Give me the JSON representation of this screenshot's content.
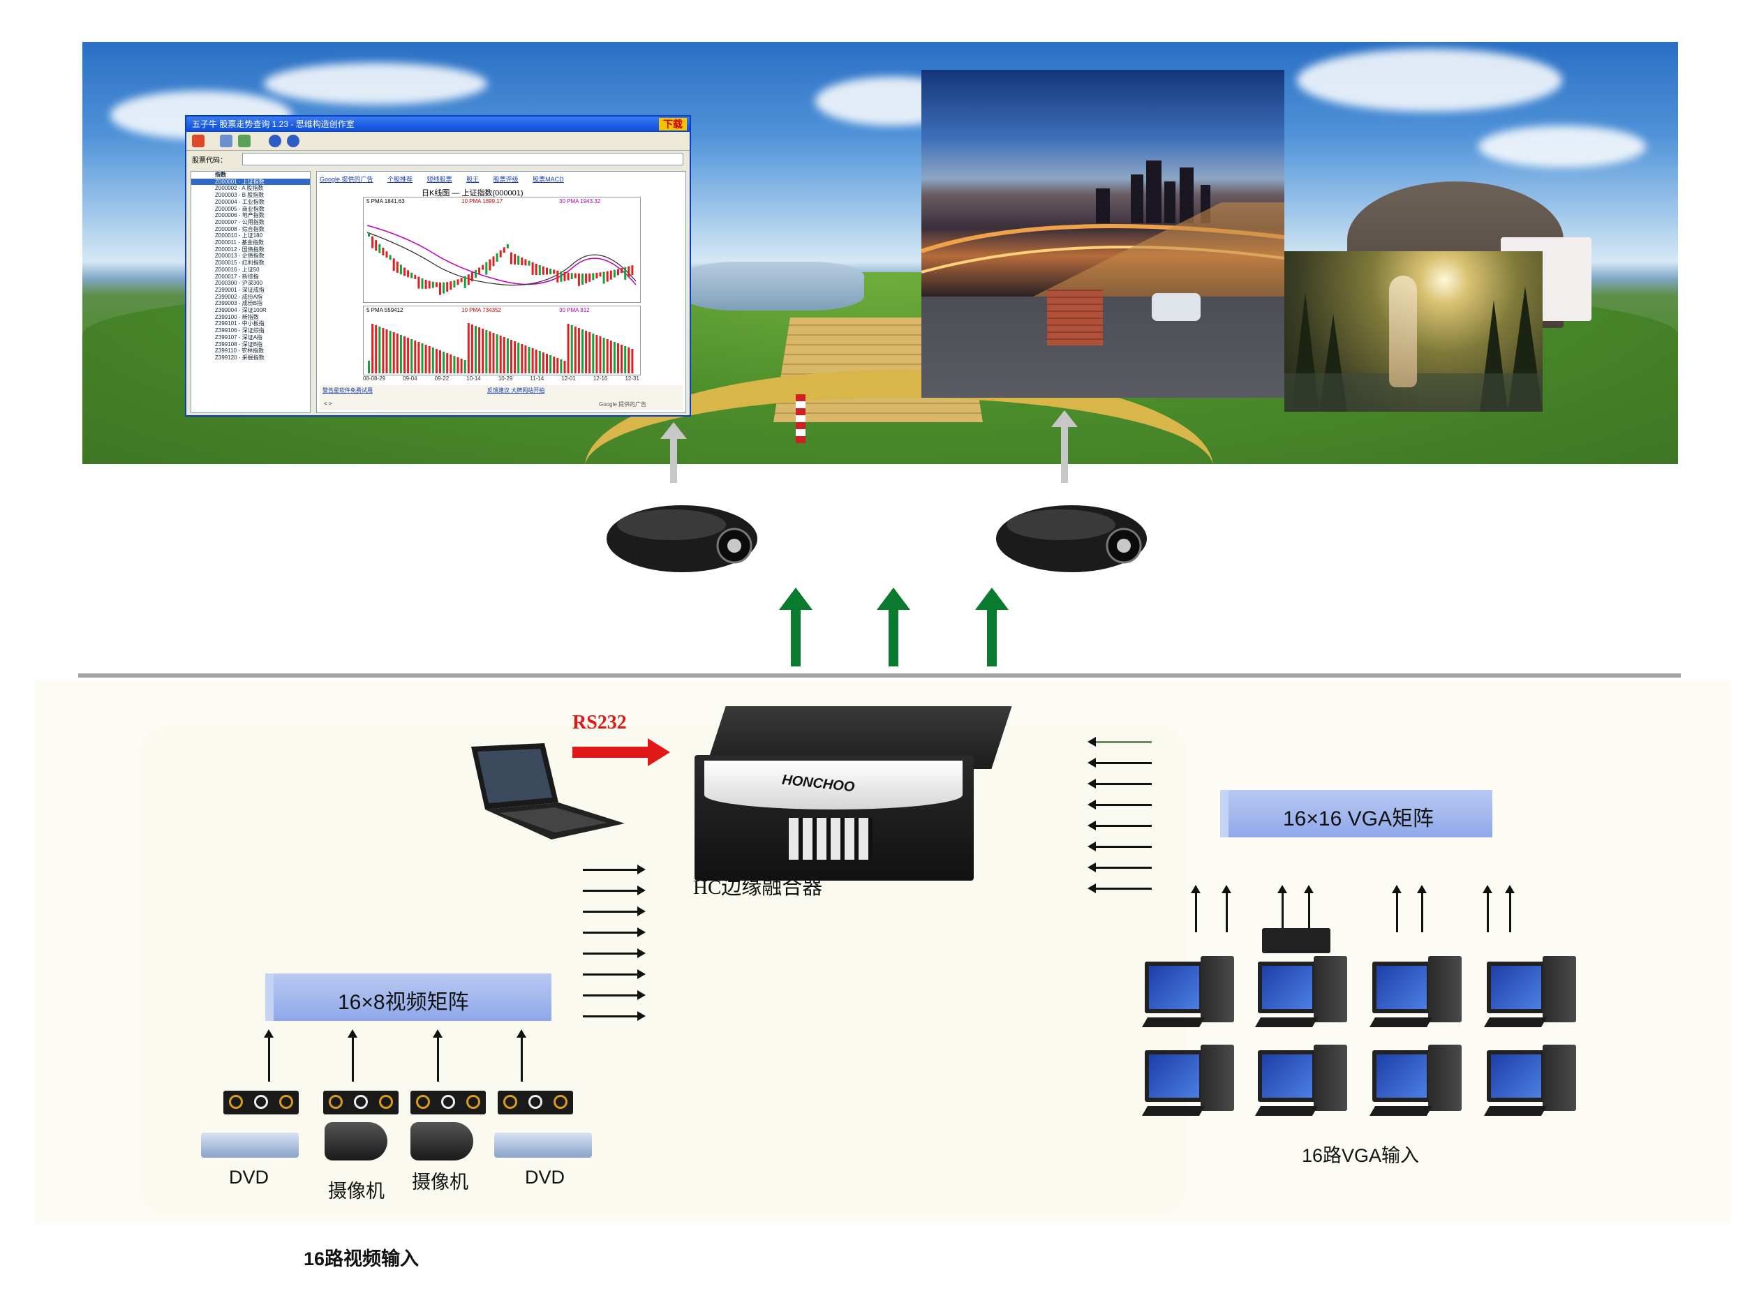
{
  "screen": {
    "window": {
      "title": "五子牛 股票走势查询 1.23 - 思维构造创作室",
      "download_badge": "下载",
      "code_label": "股票代码：",
      "list_header": "指数",
      "list_items": [
        "Z000001 - 上证指数",
        "Z000002 - A 股指数",
        "Z000003 - B 股指数",
        "Z000004 - 工业指数",
        "Z000005 - 商业指数",
        "Z000006 - 地产指数",
        "Z000007 - 公用指数",
        "Z000008 - 综合指数",
        "Z000010 - 上证180",
        "Z000011 - 基金指数",
        "Z000012 - 国债指数",
        "Z000013 - 企债指数",
        "Z000015 - 红利指数",
        "Z000016 - 上证50",
        "Z000017 - 新综指",
        "Z000300 - 沪深300",
        "Z399001 - 深证成指",
        "Z399002 - 成份A指",
        "Z399003 - 成份B指",
        "Z399004 - 深证100R",
        "Z399100 - 新指数",
        "Z399101 - 中小板指",
        "Z399106 - 深证综指",
        "Z399107 - 深证A指",
        "Z399108 - 深证B指",
        "Z399110 - 农林指数",
        "Z399120 - 采掘指数"
      ],
      "tabs": [
        "Google 提供的广告",
        "个股推荐",
        "短线股票",
        "股王",
        "股票评级",
        "股票MACD"
      ],
      "chart_title": "日K线图 — 上证指数(000001)",
      "ma_labels": [
        "5 PMA 1841.63",
        "10 PMA 1899.17",
        "30 PMA 1943.32"
      ],
      "vol_labels": [
        "5 PMA 559412",
        "10 PMA 734352",
        "30 PMA 812"
      ],
      "dates": [
        "08-08-29",
        "09-04",
        "09-22",
        "10-14",
        "10-29",
        "11-14",
        "12-01",
        "12-16",
        "12-31"
      ],
      "ad_left": "警告星软件免费试用",
      "ad_right": "反馈建议 大牌网站开拍",
      "ad_google": "Google 提供的广告",
      "nav": "< >"
    }
  },
  "center": {
    "rs232": "RS232",
    "device_brand": "HONCHOO",
    "device_label": "HC边缘融合器"
  },
  "left": {
    "matrix_label": "16×8视频矩阵",
    "sources": [
      "DVD",
      "摄像机",
      "摄像机",
      "DVD"
    ],
    "group_label": "16路视频输入"
  },
  "right": {
    "matrix_label": "16×16  VGA矩阵",
    "group_label": "16路VGA输入"
  },
  "colors": {
    "green_arrow": "#0a7a2e",
    "rs232": "#e01818",
    "matrix": "#9fb4ee"
  }
}
